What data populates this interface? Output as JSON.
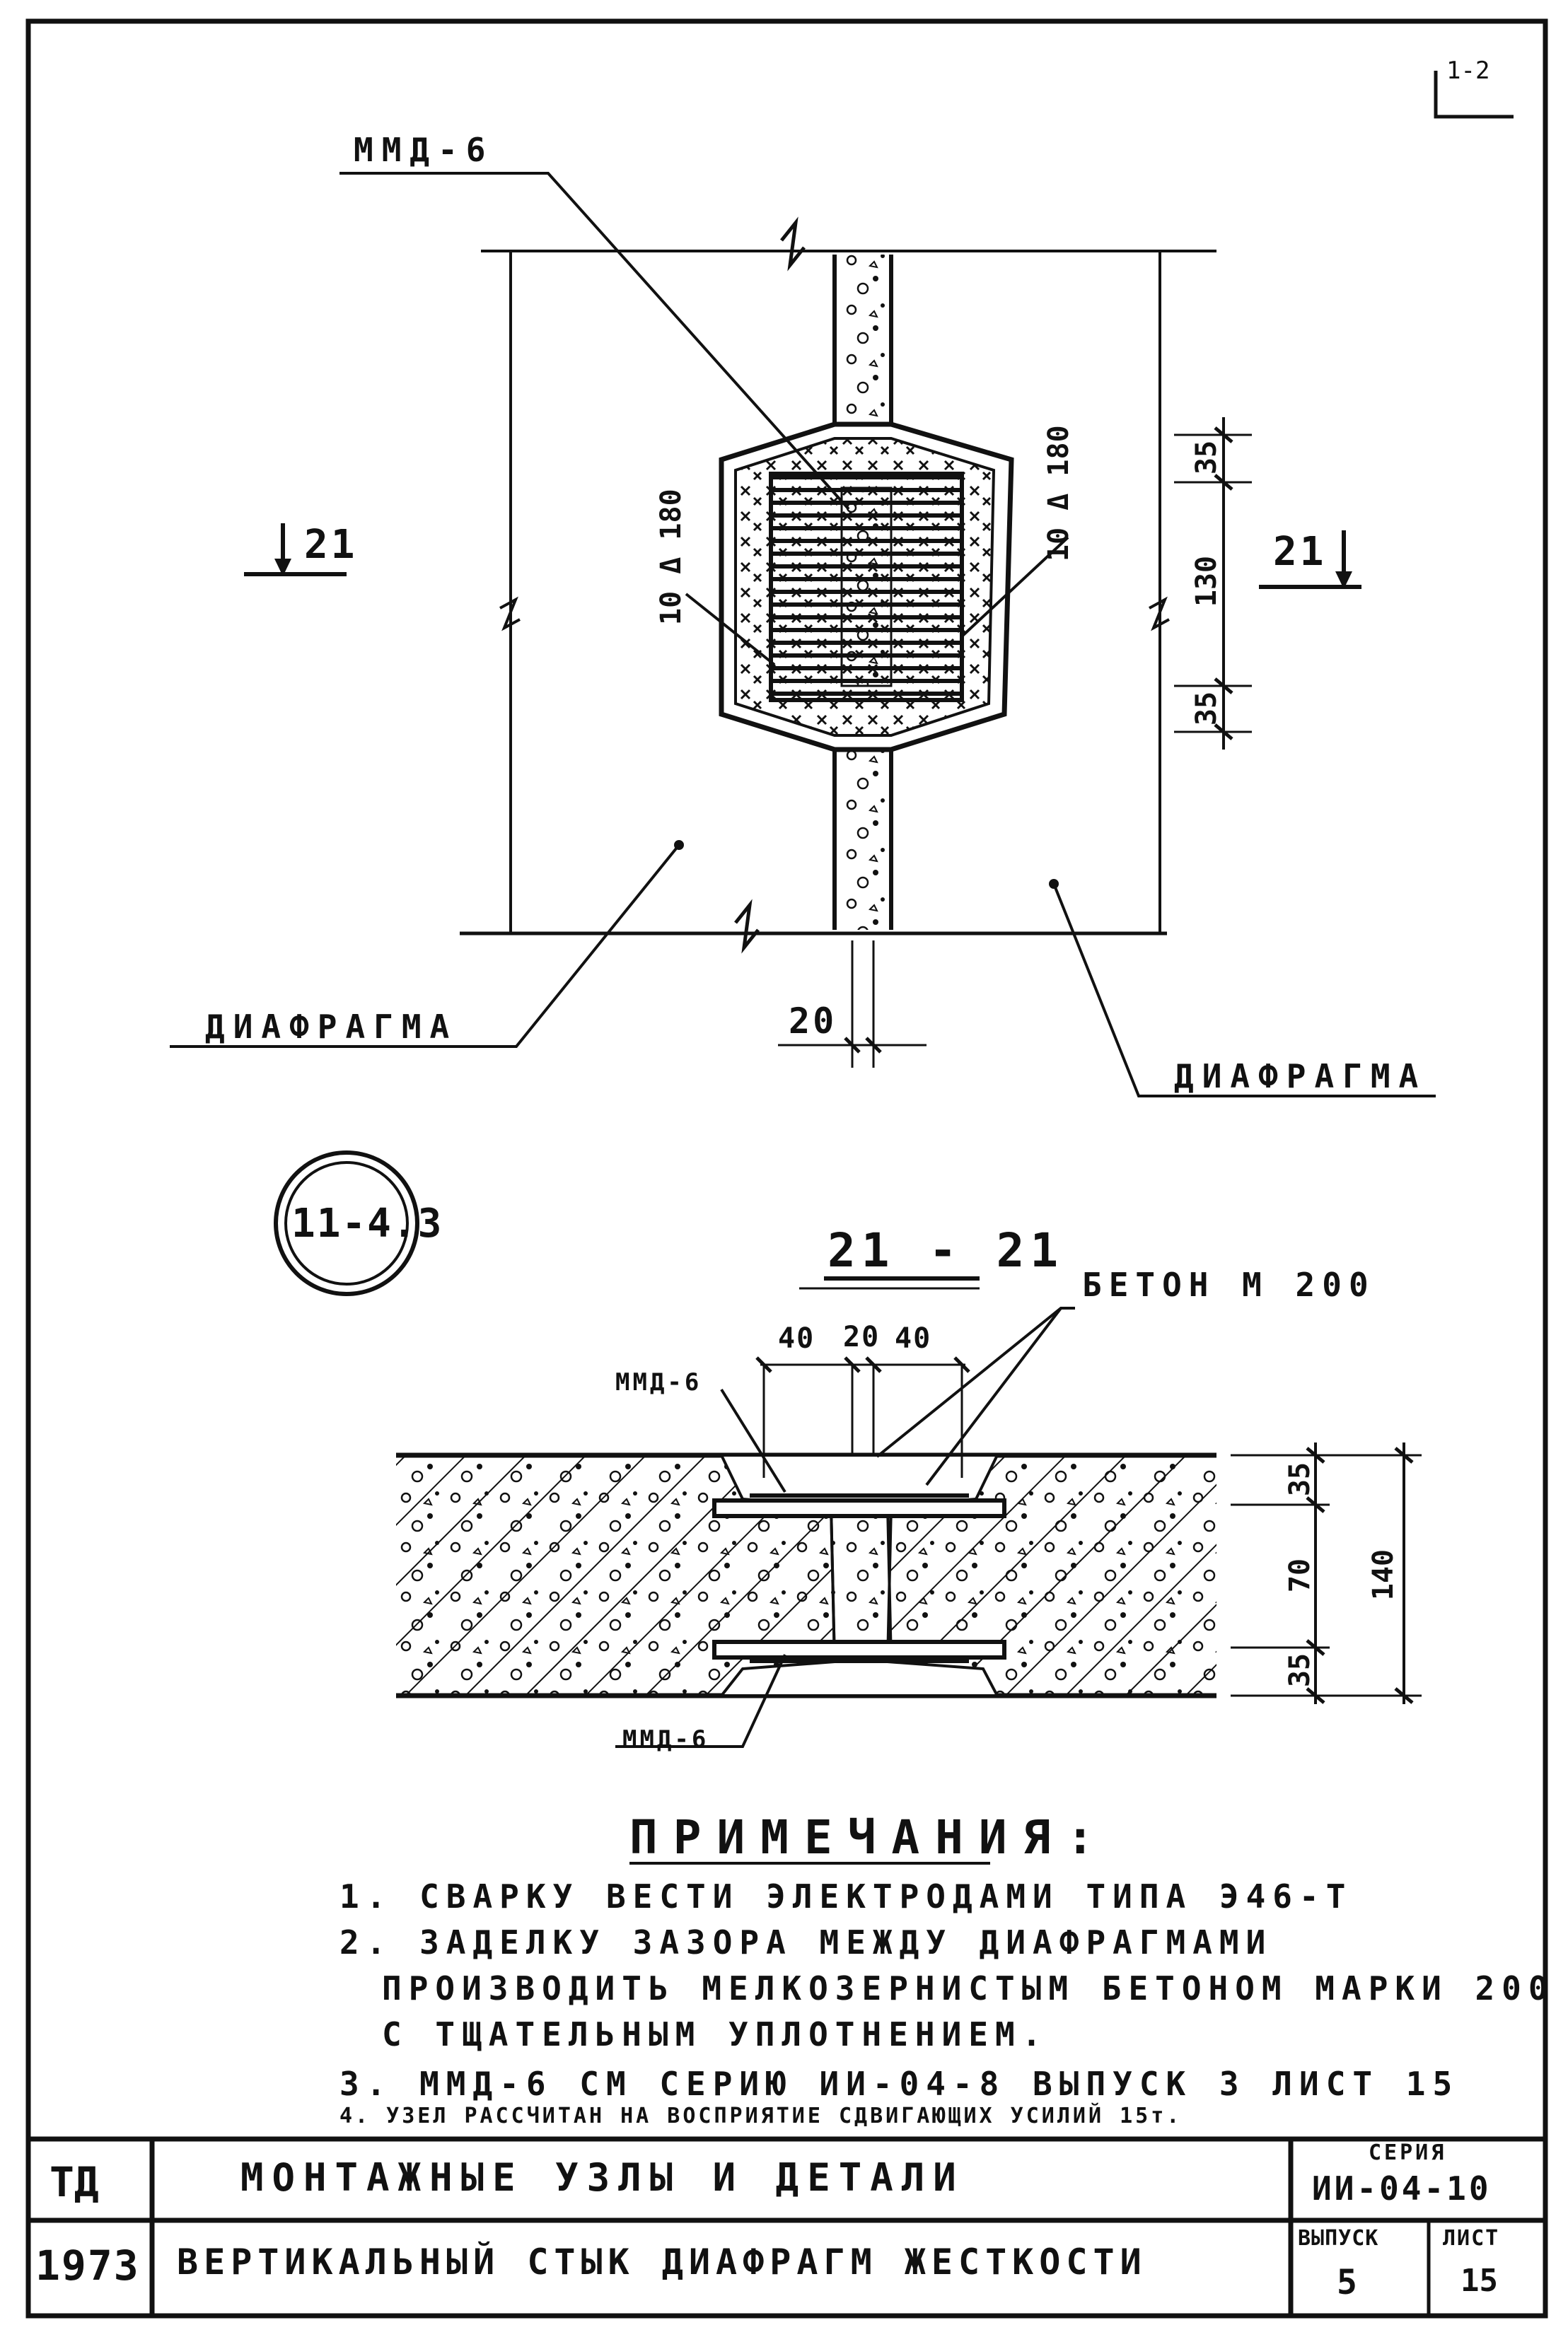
{
  "corner_mark": "1-2",
  "plan_view": {
    "mmd_label": "ММД-6",
    "weld_label_left": "10 Δ 180",
    "weld_label_right": "10 Δ 180",
    "dim_35_top": "35",
    "dim_130": "130",
    "dim_35_bottom": "35",
    "section_mark_left": "21",
    "section_mark_right": "21",
    "gap_dim": "20",
    "diaphragm_left": "ДИАФРАГМА",
    "diaphragm_right": "ДИАФРАГМА"
  },
  "node_circle": "11-4.3",
  "section_view": {
    "title": "21 - 21",
    "concrete_label": "БЕТОН  М 200",
    "dim_40_left": "40",
    "dim_20": "20",
    "dim_40_right": "40",
    "mmd_top": "ММД-6",
    "mmd_bottom": "ММД-6",
    "dim_35_top": "35",
    "dim_70": "70",
    "dim_35_bottom": "35",
    "dim_140": "140"
  },
  "notes": {
    "heading": "ПРИМЕЧАНИЯ:",
    "items": [
      "1. СВАРКУ ВЕСТИ ЭЛЕКТРОДАМИ ТИПА Э46-Т",
      "2. ЗАДЕЛКУ ЗАЗОРА МЕЖДУ ДИАФРАГМАМИ",
      "ПРОИЗВОДИТЬ МЕЛКОЗЕРНИСТЫМ БЕТОНОМ МАРКИ 200",
      "С ТЩАТЕЛЬНЫМ УПЛОТНЕНИЕМ.",
      "3. ММД-6 СМ СЕРИЮ ИИ-04-8 ВЫПУСК 3 ЛИСТ 15",
      "4. УЗЕЛ РАССЧИТАН НА ВОСПРИЯТИЕ СДВИГАЮЩИХ УСИЛИЙ 15т."
    ]
  },
  "title_block": {
    "code": "ТД",
    "year": "1973",
    "title_line1": "МОНТАЖНЫЕ УЗЛЫ И ДЕТАЛИ",
    "title_line2": "ВЕРТИКАЛЬНЫЙ СТЫК ДИАФРАГМ ЖЕСТКОСТИ",
    "series_label": "СЕРИЯ",
    "series_value": "ИИ-04-10",
    "issue_label": "ВЫПУСК",
    "issue_value": "5",
    "sheet_label": "ЛИСТ",
    "sheet_value": "15"
  },
  "colors": {
    "ink": "#111111",
    "paper": "#ffffff"
  }
}
